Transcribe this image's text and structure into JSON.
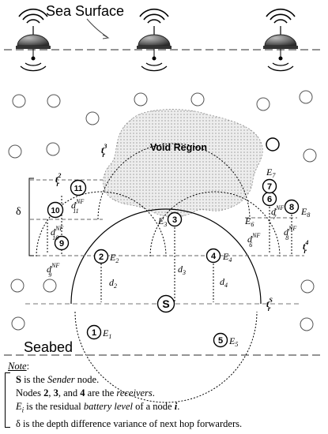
{
  "labels": {
    "sea_surface": "Sea Surface",
    "seabed": "Seabed",
    "void_region": "Void Region",
    "delta": "δ"
  },
  "nodes": {
    "sender": "S",
    "n1": "1",
    "n2": "2",
    "n3": "3",
    "n4": "4",
    "n5": "5",
    "n6": "6",
    "n7": "7",
    "n8": "8",
    "n9": "9",
    "n10": "10",
    "n11": "11"
  },
  "energy_labels": {
    "e1": "E",
    "e1_sub": "1",
    "e2": "E",
    "e2_sub": "2",
    "e3": "E",
    "e3_sub": "3",
    "e4": "E",
    "e4_sub": "4",
    "e5": "E",
    "e5_sub": "5",
    "e6": "E",
    "e6_sub": "6",
    "e7": "E",
    "e7_sub": "7",
    "e8": "E",
    "e8_sub": "8"
  },
  "range_labels": {
    "t": "t",
    "r": "r",
    "s_sup": "S",
    "two": "2",
    "three": "3",
    "four": "4"
  },
  "depth_labels": {
    "d": "d",
    "nf": "NF",
    "d2_sub": "2",
    "d3_sub": "3",
    "d4_sub": "4",
    "d6_sub": "6",
    "d7_sub": "7",
    "d8_sub": "8",
    "d9_sub": "9",
    "d10_sub": "10",
    "d11_sub": "11"
  },
  "note": {
    "title": "Note",
    "colon": ":",
    "line1_a": "S",
    "line1_b": " is the ",
    "line1_c": "Sender",
    "line1_d": " node.",
    "line2_a": "Nodes ",
    "line2_b": "2",
    "line2_c": ", ",
    "line2_d": "3",
    "line2_e": ", and ",
    "line2_f": "4",
    "line2_g": " are the ",
    "line2_h": "receivers",
    "line2_i": ".",
    "line3_a": "E",
    "line3_sub": "i",
    "line3_b": "  is the residual ",
    "line3_c": "battery level",
    "line3_d": " of a node ",
    "line3_e": "i",
    "line3_f": ".",
    "line4_a": "δ",
    "line4_b": "  is the depth difference variance of next hop forwarders."
  },
  "colors": {
    "line": "#000000",
    "void_fill": "#e8e8e8",
    "dash_gray": "#666666",
    "buoy_body": "#555555"
  }
}
